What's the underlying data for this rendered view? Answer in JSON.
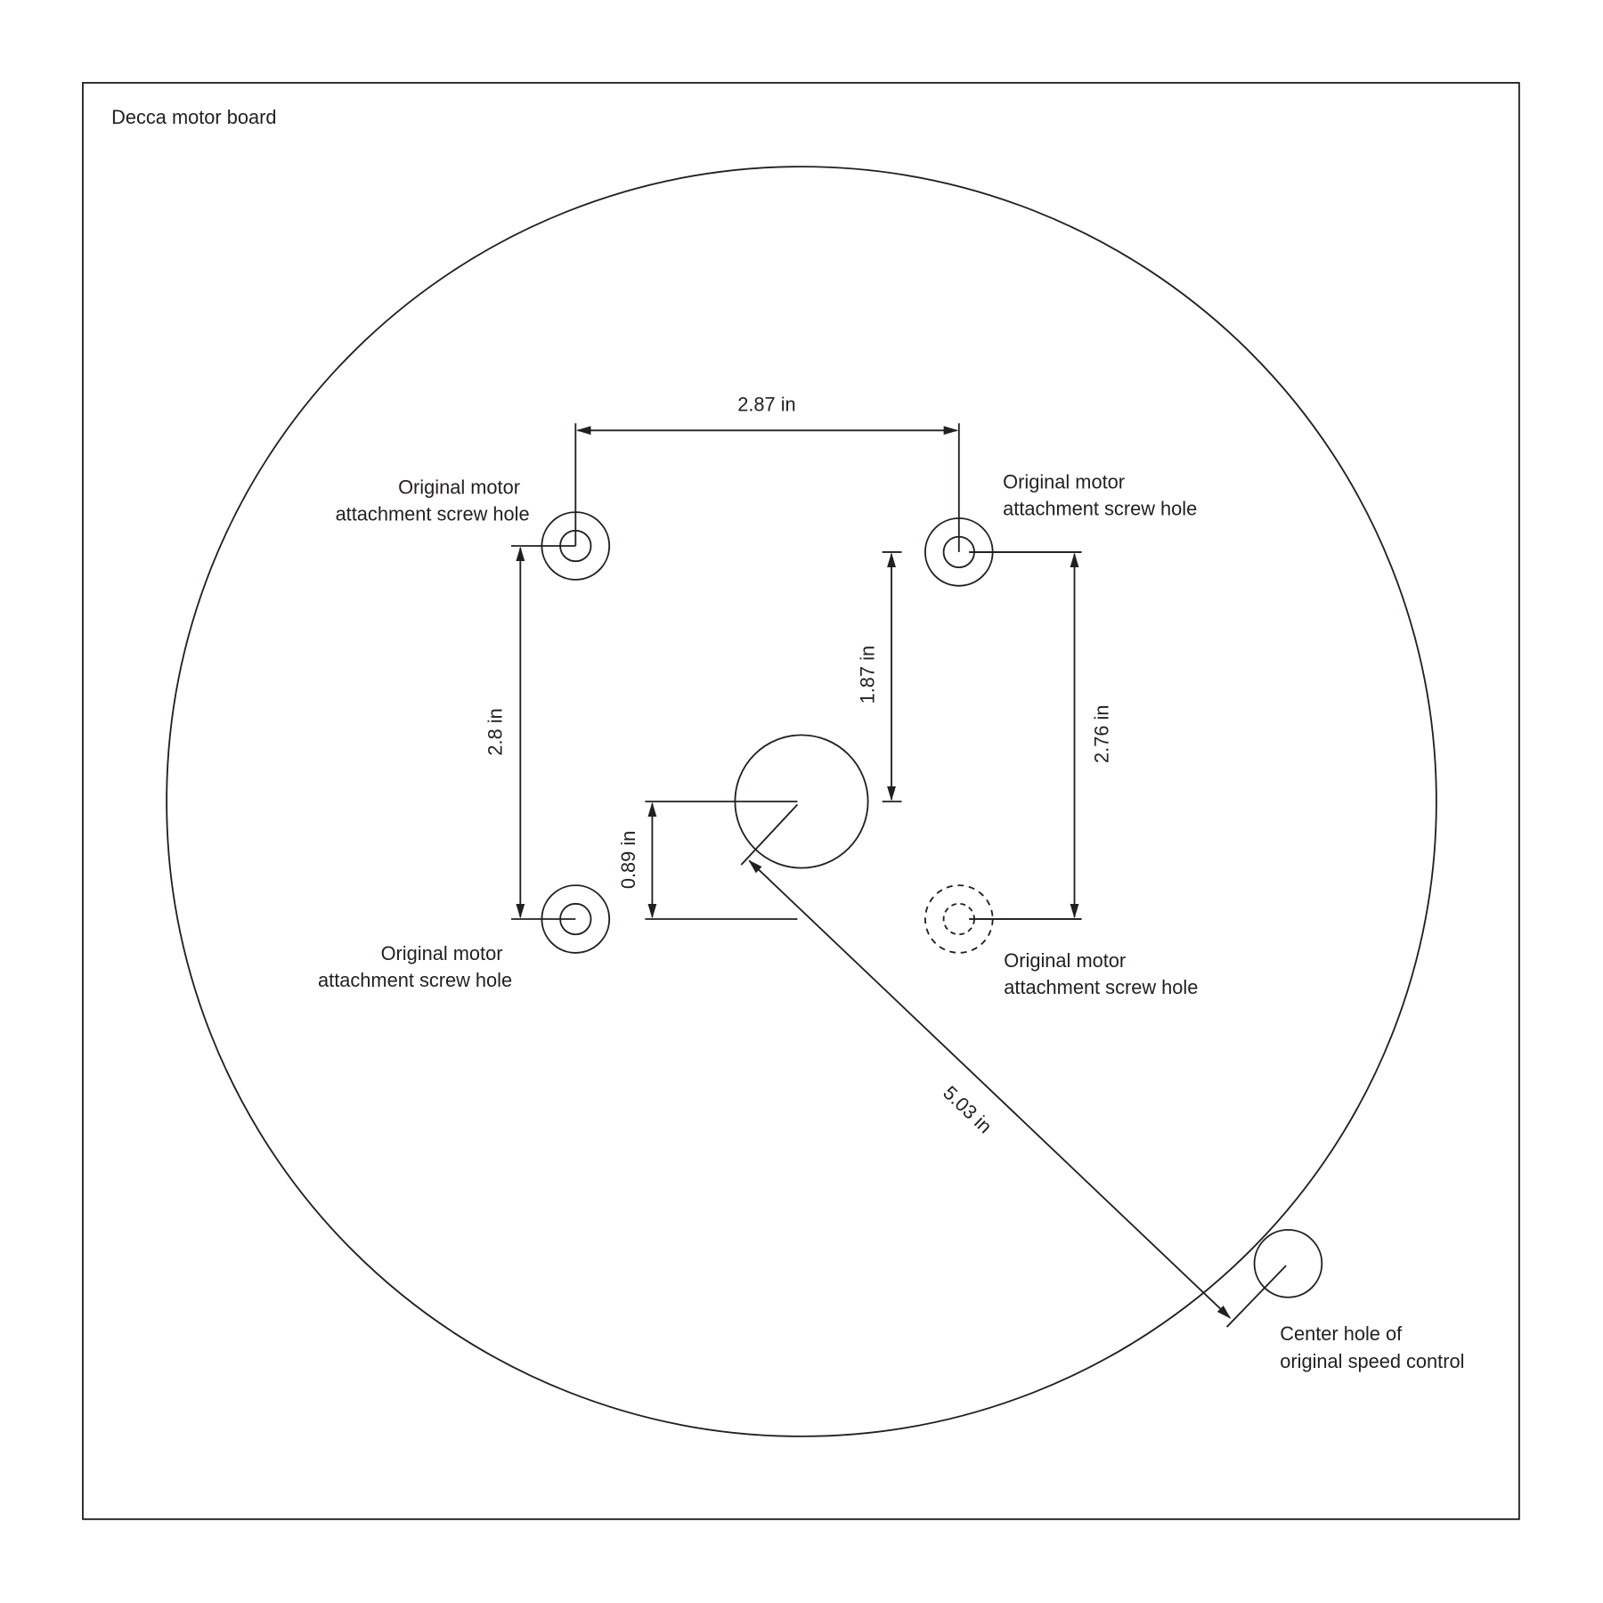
{
  "title": "Decca motor board",
  "dimensions": {
    "top_width": "2.87 in",
    "left_height": "2.8 in",
    "right_inner_height": "1.87 in",
    "right_height": "2.76 in",
    "center_offset": "0.89 in",
    "speed_control_radius": "5.03 in"
  },
  "labels": {
    "hole_tl": [
      "Original motor",
      "attachment screw hole"
    ],
    "hole_tr": [
      "Original motor",
      "attachment screw hole"
    ],
    "hole_bl": [
      "Original motor",
      "attachment screw hole"
    ],
    "hole_br": [
      "Original motor",
      "attachment screw hole"
    ],
    "speed_control": [
      "Center hole of",
      "original speed control"
    ]
  },
  "colors": {
    "line": "#231f20",
    "background": "#ffffff"
  }
}
